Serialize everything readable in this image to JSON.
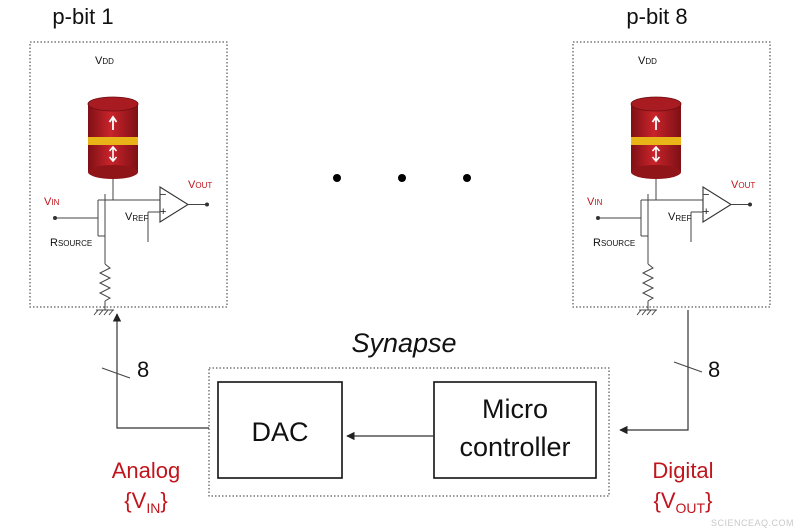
{
  "pbit_left": {
    "title": "p-bit 1",
    "vdd": "V",
    "vdd_sub": "DD",
    "vin": "V",
    "vin_sub": "IN",
    "vref": "V",
    "vref_sub": "REF",
    "vout": "V",
    "vout_sub": "OUT",
    "rsource": "R",
    "rsource_sub": "SOURCE",
    "minus": "−",
    "plus": "+"
  },
  "pbit_right": {
    "title": "p-bit 8",
    "vdd": "V",
    "vdd_sub": "DD",
    "vin": "V",
    "vin_sub": "IN",
    "vref": "V",
    "vref_sub": "REF",
    "vout": "V",
    "vout_sub": "OUT",
    "rsource": "R",
    "rsource_sub": "SOURCE",
    "minus": "−",
    "plus": "+"
  },
  "synapse": {
    "title": "Synapse",
    "dac_label": "DAC",
    "micro_line1": "Micro",
    "micro_line2": "controller"
  },
  "bus_left": {
    "width": "8"
  },
  "bus_right": {
    "width": "8"
  },
  "analog": {
    "line1": "Analog",
    "line2_open": "{V",
    "line2_sub": "IN",
    "line2_close": "}"
  },
  "digital": {
    "line1": "Digital",
    "line2_open": "{V",
    "line2_sub": "OUT",
    "line2_close": "}"
  },
  "watermark": "SCIENCEAQ.COM",
  "colors": {
    "accent_red": "#c0151c",
    "mtj_red": "#b01c22",
    "mtj_gold": "#e8b417"
  }
}
